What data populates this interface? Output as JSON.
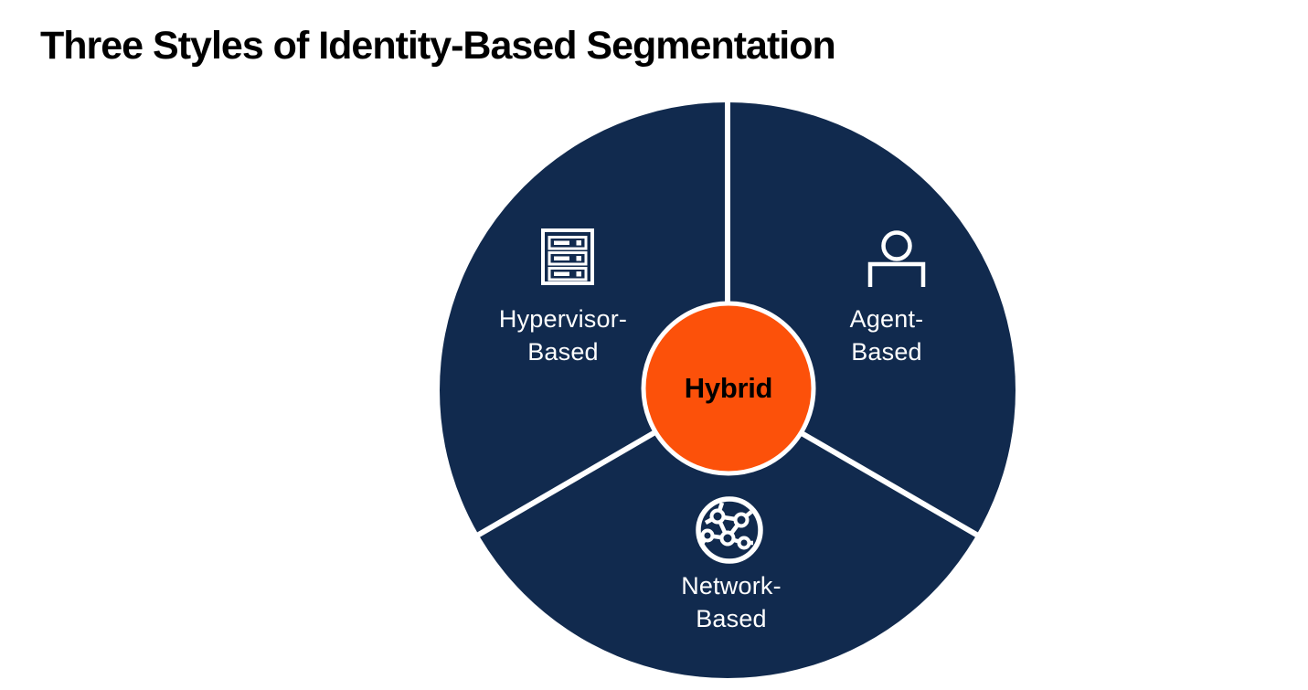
{
  "title": "Three Styles of Identity-Based Segmentation",
  "diagram": {
    "type": "segmented-circle",
    "center": {
      "label": "Hybrid"
    },
    "segments": [
      {
        "position": "left",
        "icon": "server-rack-icon",
        "label_line1": "Hypervisor-",
        "label_line2": "Based"
      },
      {
        "position": "right",
        "icon": "person-icon",
        "label_line1": "Agent-",
        "label_line2": "Based"
      },
      {
        "position": "bottom",
        "icon": "network-globe-icon",
        "label_line1": "Network-",
        "label_line2": "Based"
      }
    ],
    "colors": {
      "segment_fill": "#112A4E",
      "center_fill": "#FC510A",
      "divider": "#FFFFFF",
      "label_text": "#FFFFFF",
      "center_text": "#000000",
      "title_text": "#000000",
      "background": "#FFFFFF"
    }
  }
}
